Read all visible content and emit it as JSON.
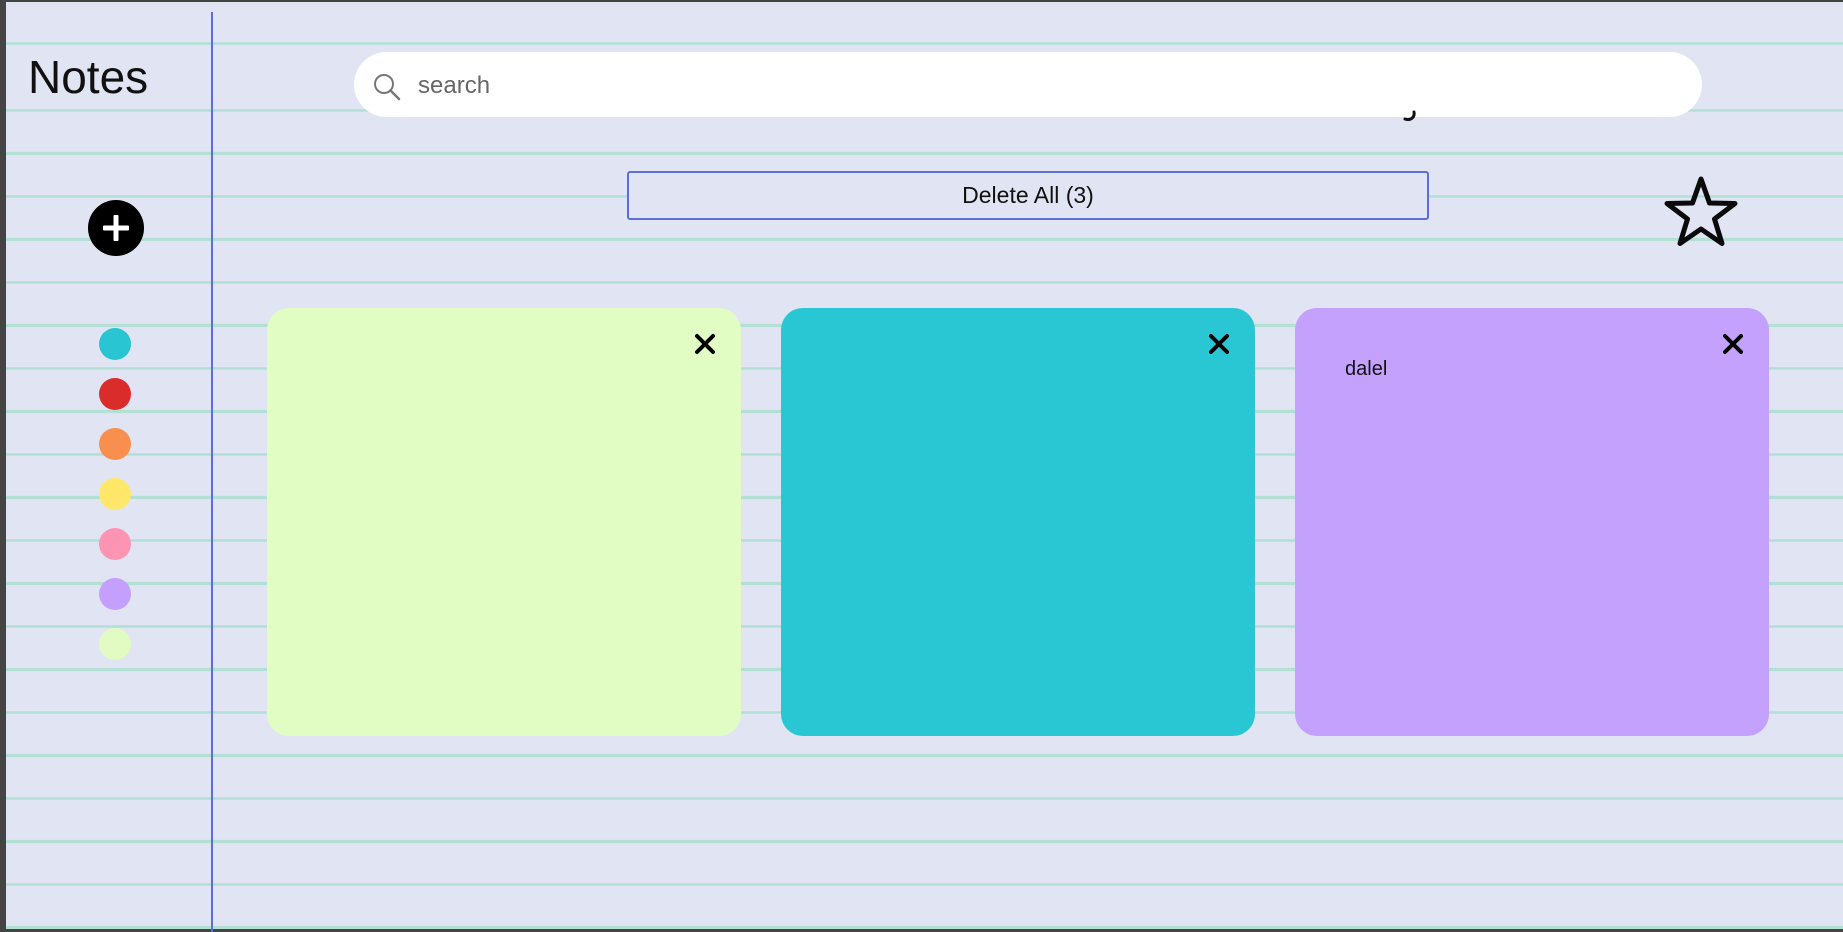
{
  "app": {
    "title": "Notes"
  },
  "sidebar": {
    "add_icon": "plus-circle-icon",
    "swatches": [
      {
        "name": "cyan",
        "color": "#29c5d3"
      },
      {
        "name": "red",
        "color": "#db2c2c"
      },
      {
        "name": "orange",
        "color": "#f88f4f"
      },
      {
        "name": "yellow",
        "color": "#ffe76a"
      },
      {
        "name": "pink",
        "color": "#fd94b4"
      },
      {
        "name": "purple",
        "color": "#c49ffd"
      },
      {
        "name": "light-green",
        "color": "#e1fbc2"
      }
    ]
  },
  "search": {
    "placeholder": "search",
    "value": "",
    "icon": "search-icon"
  },
  "toolbar": {
    "delete_all_label": "Delete All (3)",
    "favorites_icon": "star-icon"
  },
  "notes": [
    {
      "color": "#e1fdc3",
      "text": ""
    },
    {
      "color": "#29c6d3",
      "text": ""
    },
    {
      "color": "#c4a1fd",
      "text": "dalel"
    }
  ],
  "colors": {
    "background": "#e1e4f3",
    "ruled_line": "#b3e0d4",
    "margin_line": "#5b6fd6"
  }
}
